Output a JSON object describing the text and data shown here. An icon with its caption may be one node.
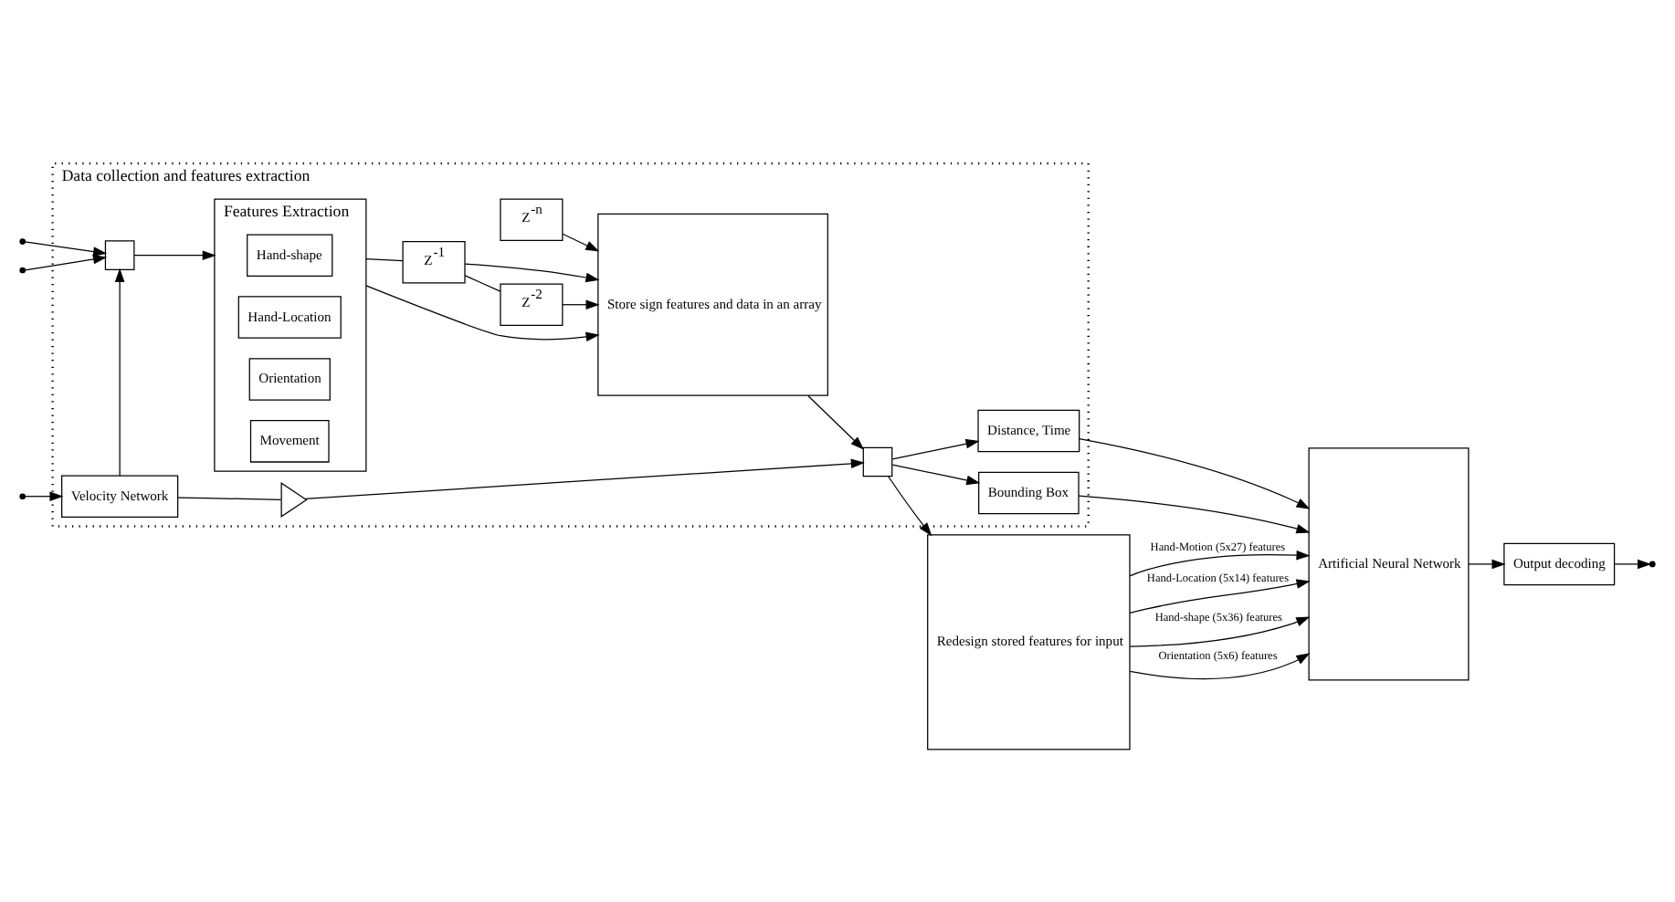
{
  "diagram": {
    "nodes": [
      {
        "text": [
          "Data collection and features extraction"
        ]
      },
      {
        "text": [],
        "shape": "box",
        "in": 0
      },
      {
        "text": [
          "Features Extraction"
        ],
        "in": 0
      },
      {
        "text": [
          "Hand-shape"
        ],
        "in": 2
      },
      {
        "text": [
          "Hand-Location"
        ],
        "in": 2
      },
      {
        "text": [
          "Orientation"
        ],
        "in": 2
      },
      {
        "text": [
          "Movement"
        ],
        "in": 2
      },
      {
        "text": [
          "Z$^{-1}$"
        ],
        "in": 0
      },
      {
        "text": [
          "Z$^{-2}$"
        ],
        "in": 0
      },
      {
        "text": [
          "Z$^{-n}$"
        ],
        "in": 0
      },
      {
        "text": [
          "Store sign features and data in an array"
        ],
        "in": 0
      },
      {
        "text": [],
        "shape": "box",
        "in": 0
      },
      {
        "text": [
          "Distance, Time"
        ],
        "in": 0
      },
      {
        "text": [
          "Bounding Box"
        ],
        "in": 0
      },
      {
        "text": [
          "Velocity Network"
        ],
        "in": 0
      },
      {
        "text": [],
        "shape": "triangle",
        "in": 0
      },
      {
        "text": [
          "Redesign stored features for input"
        ]
      },
      {
        "text": [
          "Artificial Neural Network"
        ]
      },
      {
        "text": [
          "Output decoding"
        ]
      }
    ],
    "edges": [
      {
        "from": null,
        "to": 1,
        "arrow": "to"
      },
      {
        "from": null,
        "to": 1,
        "arrow": "to"
      },
      {
        "from": null,
        "to": 14,
        "arrow": "to"
      },
      {
        "from": 1,
        "to": 2,
        "arrow": "to"
      },
      {
        "from": 2,
        "to": 10,
        "arrow": "to"
      },
      {
        "from": 2,
        "to": 7,
        "arrow": "none"
      },
      {
        "from": 7,
        "to": 10,
        "arrow": "to"
      },
      {
        "from": 7,
        "to": 8,
        "arrow": "none"
      },
      {
        "from": 8,
        "to": 10,
        "arrow": "to"
      },
      {
        "from": 9,
        "to": 10,
        "arrow": "to"
      },
      {
        "from": 10,
        "to": 11,
        "arrow": "to"
      },
      {
        "from": 11,
        "to": 12,
        "arrow": "to"
      },
      {
        "from": 11,
        "to": 13,
        "arrow": "to"
      },
      {
        "from": 11,
        "to": 16,
        "arrow": "to"
      },
      {
        "from": 14,
        "to": 15,
        "arrow": "none"
      },
      {
        "from": 14,
        "to": 1,
        "arrow": "to"
      },
      {
        "from": 15,
        "to": 11,
        "arrow": "to"
      },
      {
        "from": 12,
        "to": 17,
        "arrow": "to"
      },
      {
        "from": 13,
        "to": 17,
        "arrow": "to"
      },
      {
        "from": 16,
        "to": 17,
        "arrow": "to",
        "label": "Hand-Motion (5x27) features"
      },
      {
        "from": 16,
        "to": 17,
        "arrow": "to",
        "label": "Hand-Location (5x14) features"
      },
      {
        "from": 16,
        "to": 17,
        "arrow": "to",
        "label": "Hand-shape (5x36) features"
      },
      {
        "from": 16,
        "to": 17,
        "arrow": "to",
        "label": "Orientation (5x6) features"
      },
      {
        "from": 17,
        "to": 18,
        "arrow": "to"
      },
      {
        "from": 18,
        "to": null,
        "arrow": "to"
      }
    ]
  }
}
